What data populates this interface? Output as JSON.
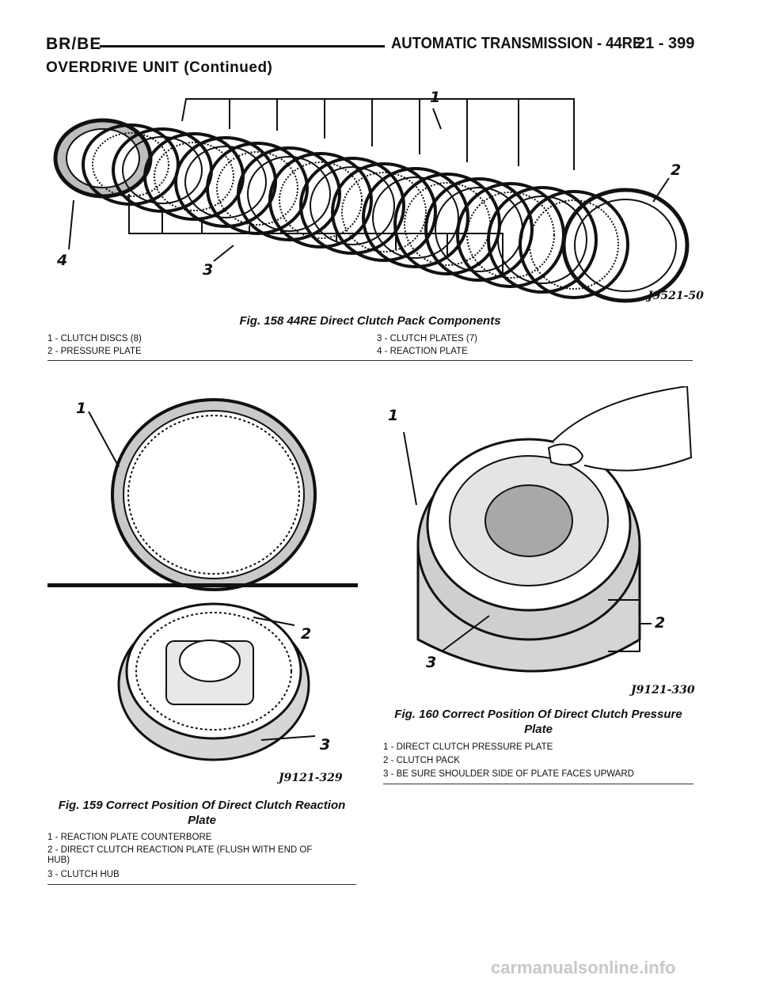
{
  "header": {
    "left": "BR/BE",
    "title": "AUTOMATIC TRANSMISSION - 44RE",
    "page": "21 - 399"
  },
  "section_title": "OVERDRIVE UNIT (Continued)",
  "fig158": {
    "code": "J9521-50",
    "caption": "Fig. 158 44RE Direct Clutch Pack Components",
    "callouts": [
      "1",
      "2",
      "3",
      "4"
    ],
    "legend": [
      "1 - CLUTCH DISCS (8)",
      "2 - PRESSURE PLATE",
      "3 - CLUTCH PLATES (7)",
      "4 - REACTION PLATE"
    ]
  },
  "fig159": {
    "code": "J9121-329",
    "caption_line1": "Fig. 159 Correct Position Of Direct Clutch Reaction",
    "caption_line2": "Plate",
    "callouts": [
      "1",
      "2",
      "3"
    ],
    "legend": [
      "1 - REACTION PLATE COUNTERBORE",
      "2 - DIRECT CLUTCH REACTION PLATE (FLUSH WITH END OF",
      "HUB)",
      "3 - CLUTCH HUB"
    ]
  },
  "fig160": {
    "code": "J9121-330",
    "caption_line1": "Fig. 160 Correct Position Of Direct Clutch Pressure",
    "caption_line2": "Plate",
    "callouts": [
      "1",
      "2",
      "3"
    ],
    "legend": [
      "1 - DIRECT CLUTCH PRESSURE PLATE",
      "2 - CLUTCH PACK",
      "3 - BE SURE SHOULDER SIDE OF PLATE FACES UPWARD"
    ]
  },
  "watermark": "carmanualsonline.info"
}
